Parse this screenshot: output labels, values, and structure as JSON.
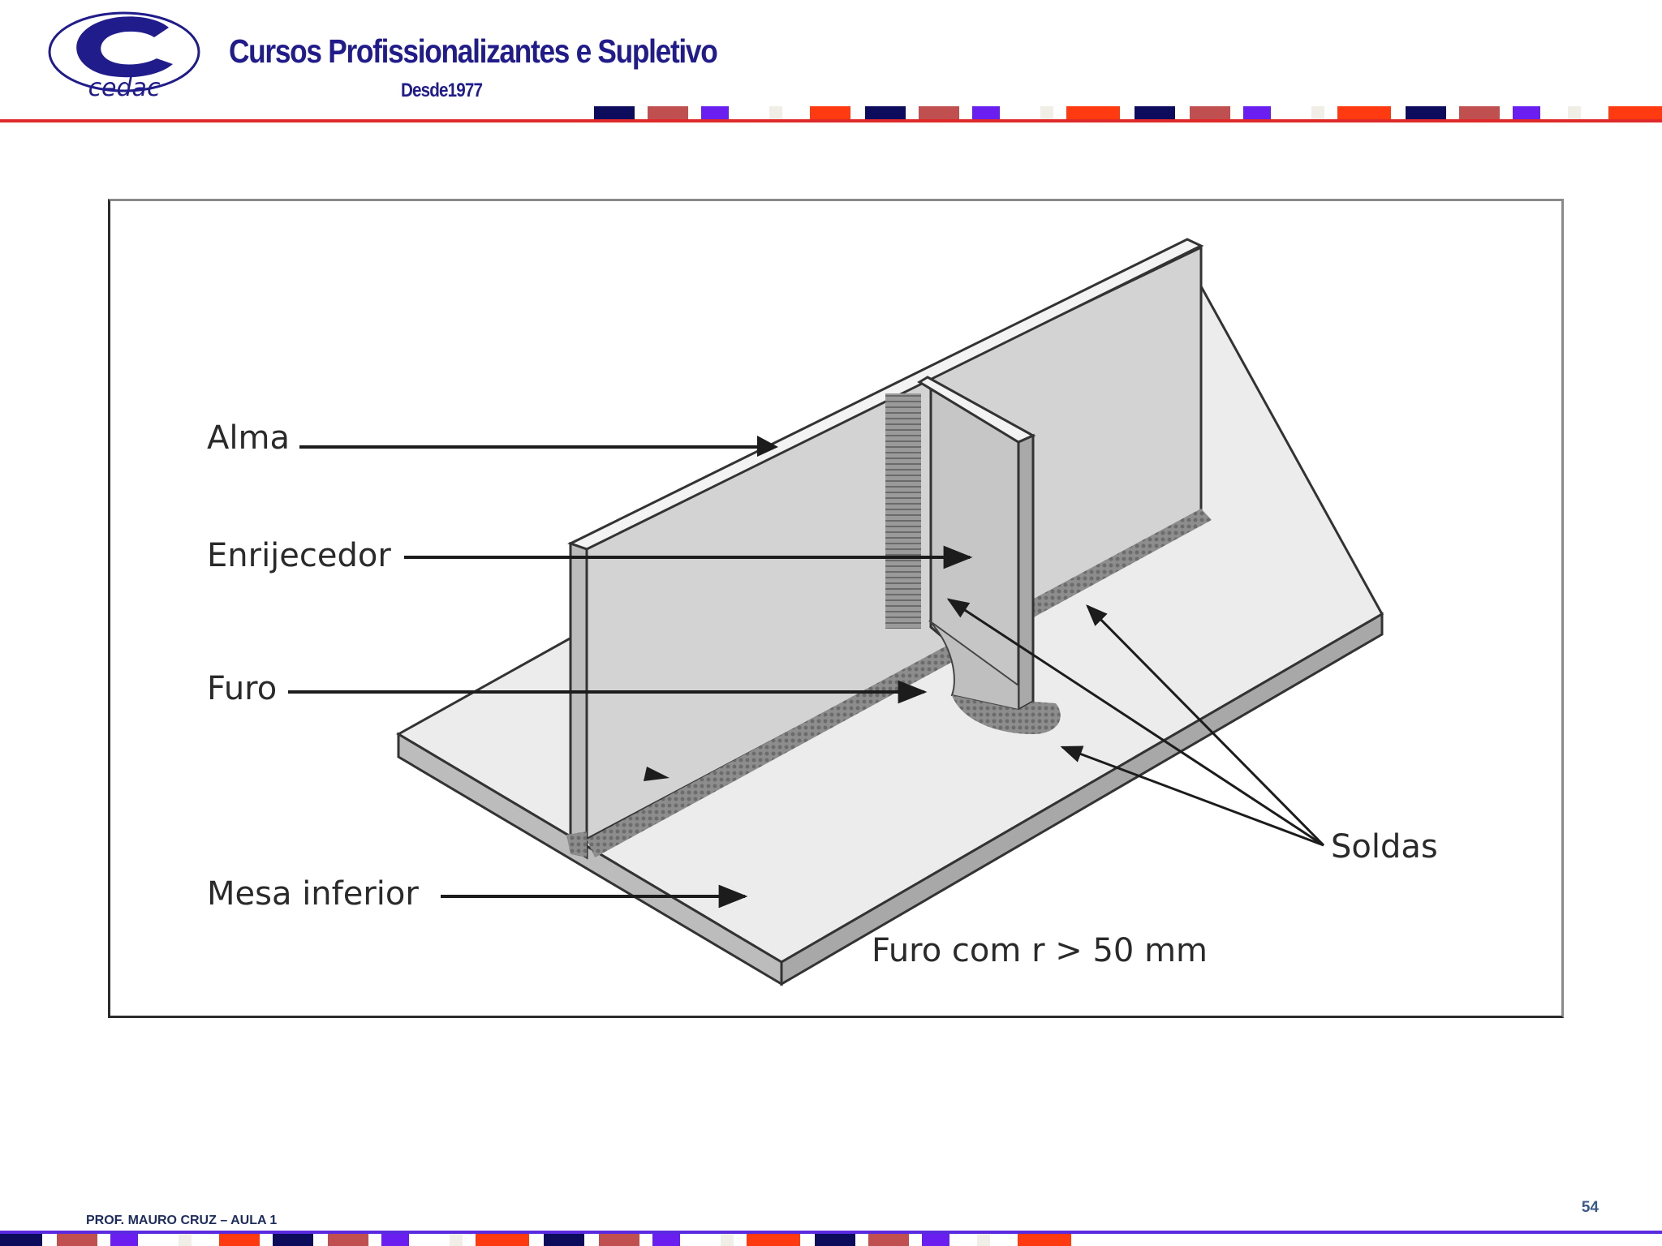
{
  "header": {
    "logo_text": "cedac",
    "title": "Cursos Profissionalizantes e Supletivo",
    "subtitle": "Desde1977"
  },
  "colors": {
    "brand": "#211c8c",
    "accent_red": "#e02a2a",
    "accent_purple": "#5a2ae0",
    "strip": [
      "#0d0b5c",
      "#c05050",
      "#6a1ef0",
      "#f0eee6",
      "#ff3a10"
    ]
  },
  "figure": {
    "labels": {
      "alma": "Alma",
      "enrijecedor": "Enrijecedor",
      "furo": "Furo",
      "mesa_inferior": "Mesa inferior",
      "soldas": "Soldas",
      "furo_note": "Furo com r > 50 mm"
    }
  },
  "footer": {
    "author": "PROF. MAURO CRUZ – AULA 1",
    "page_number": "54"
  }
}
